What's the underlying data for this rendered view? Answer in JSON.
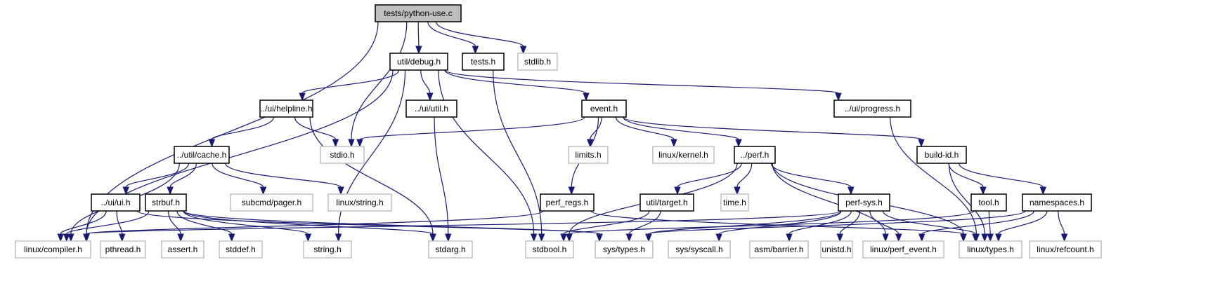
{
  "graph": {
    "title": "tests/python-use.c",
    "colors": {
      "edge": "#191970",
      "root_fill": "#bfbfbf",
      "internal_border": "#000000",
      "external_border": "#bfbfbf"
    },
    "nodes": [
      {
        "id": "python_use",
        "label": "tests/python-use.c",
        "kind": "root"
      },
      {
        "id": "debug",
        "label": "util/debug.h",
        "kind": "internal"
      },
      {
        "id": "tests",
        "label": "tests.h",
        "kind": "internal"
      },
      {
        "id": "stdlib",
        "label": "stdlib.h",
        "kind": "external"
      },
      {
        "id": "helpline",
        "label": "../ui/helpline.h",
        "kind": "internal"
      },
      {
        "id": "uiutil",
        "label": "../ui/util.h",
        "kind": "internal"
      },
      {
        "id": "event",
        "label": "event.h",
        "kind": "internal"
      },
      {
        "id": "progress",
        "label": "../ui/progress.h",
        "kind": "internal"
      },
      {
        "id": "cache",
        "label": "../util/cache.h",
        "kind": "internal"
      },
      {
        "id": "stdio",
        "label": "stdio.h",
        "kind": "external"
      },
      {
        "id": "limits",
        "label": "limits.h",
        "kind": "external"
      },
      {
        "id": "kernel",
        "label": "linux/kernel.h",
        "kind": "external"
      },
      {
        "id": "perf",
        "label": "../perf.h",
        "kind": "internal"
      },
      {
        "id": "buildid",
        "label": "build-id.h",
        "kind": "internal"
      },
      {
        "id": "uiui",
        "label": "../ui/ui.h",
        "kind": "internal"
      },
      {
        "id": "strbuf",
        "label": "strbuf.h",
        "kind": "internal"
      },
      {
        "id": "pager",
        "label": "subcmd/pager.h",
        "kind": "external"
      },
      {
        "id": "lstring",
        "label": "linux/string.h",
        "kind": "external"
      },
      {
        "id": "perfregs",
        "label": "perf_regs.h",
        "kind": "internal"
      },
      {
        "id": "target",
        "label": "util/target.h",
        "kind": "internal"
      },
      {
        "id": "time",
        "label": "time.h",
        "kind": "external"
      },
      {
        "id": "perfsys",
        "label": "perf-sys.h",
        "kind": "internal"
      },
      {
        "id": "tool",
        "label": "tool.h",
        "kind": "internal"
      },
      {
        "id": "namespaces",
        "label": "namespaces.h",
        "kind": "internal"
      },
      {
        "id": "compiler",
        "label": "linux/compiler.h",
        "kind": "external"
      },
      {
        "id": "pthread",
        "label": "pthread.h",
        "kind": "external"
      },
      {
        "id": "assert",
        "label": "assert.h",
        "kind": "external"
      },
      {
        "id": "stddef",
        "label": "stddef.h",
        "kind": "external"
      },
      {
        "id": "string",
        "label": "string.h",
        "kind": "external"
      },
      {
        "id": "stdarg",
        "label": "stdarg.h",
        "kind": "external"
      },
      {
        "id": "stdbool",
        "label": "stdbool.h",
        "kind": "external"
      },
      {
        "id": "systypes",
        "label": "sys/types.h",
        "kind": "external"
      },
      {
        "id": "syscall",
        "label": "sys/syscall.h",
        "kind": "external"
      },
      {
        "id": "barrier",
        "label": "asm/barrier.h",
        "kind": "external"
      },
      {
        "id": "unistd",
        "label": "unistd.h",
        "kind": "external"
      },
      {
        "id": "perfevent",
        "label": "linux/perf_event.h",
        "kind": "external"
      },
      {
        "id": "ltypes",
        "label": "linux/types.h",
        "kind": "external"
      },
      {
        "id": "refcount",
        "label": "linux/refcount.h",
        "kind": "external"
      }
    ],
    "edges": [
      [
        "python_use",
        "compiler"
      ],
      [
        "python_use",
        "debug"
      ],
      [
        "python_use",
        "tests"
      ],
      [
        "python_use",
        "stdlib"
      ],
      [
        "python_use",
        "stdio"
      ],
      [
        "debug",
        "compiler"
      ],
      [
        "debug",
        "helpline"
      ],
      [
        "debug",
        "uiutil"
      ],
      [
        "debug",
        "event"
      ],
      [
        "debug",
        "progress"
      ],
      [
        "debug",
        "string"
      ],
      [
        "debug",
        "stdbool"
      ],
      [
        "tests",
        "stdbool"
      ],
      [
        "helpline",
        "cache"
      ],
      [
        "helpline",
        "stdio"
      ],
      [
        "helpline",
        "stdarg"
      ],
      [
        "uiutil",
        "stdarg"
      ],
      [
        "event",
        "stdio"
      ],
      [
        "event",
        "limits"
      ],
      [
        "event",
        "kernel"
      ],
      [
        "event",
        "perf"
      ],
      [
        "event",
        "buildid"
      ],
      [
        "event",
        "perfregs"
      ],
      [
        "progress",
        "ltypes"
      ],
      [
        "cache",
        "compiler"
      ],
      [
        "cache",
        "uiui"
      ],
      [
        "cache",
        "strbuf"
      ],
      [
        "cache",
        "pager"
      ],
      [
        "cache",
        "lstring"
      ],
      [
        "perf",
        "stdbool"
      ],
      [
        "perf",
        "target"
      ],
      [
        "perf",
        "time"
      ],
      [
        "perf",
        "perfsys"
      ],
      [
        "perf",
        "perfevent"
      ],
      [
        "perf",
        "ltypes"
      ],
      [
        "buildid",
        "tool"
      ],
      [
        "buildid",
        "namespaces"
      ],
      [
        "buildid",
        "ltypes"
      ],
      [
        "uiui",
        "compiler"
      ],
      [
        "uiui",
        "pthread"
      ],
      [
        "uiui",
        "systypes"
      ],
      [
        "strbuf",
        "compiler"
      ],
      [
        "strbuf",
        "assert"
      ],
      [
        "strbuf",
        "stddef"
      ],
      [
        "strbuf",
        "string"
      ],
      [
        "strbuf",
        "stdarg"
      ],
      [
        "strbuf",
        "systypes"
      ],
      [
        "perfregs",
        "compiler"
      ],
      [
        "perfregs",
        "ltypes"
      ],
      [
        "target",
        "stdbool"
      ],
      [
        "target",
        "systypes"
      ],
      [
        "perfsys",
        "compiler"
      ],
      [
        "perfsys",
        "systypes"
      ],
      [
        "perfsys",
        "syscall"
      ],
      [
        "perfsys",
        "barrier"
      ],
      [
        "perfsys",
        "unistd"
      ],
      [
        "perfsys",
        "perfevent"
      ],
      [
        "perfsys",
        "ltypes"
      ],
      [
        "tool",
        "stdbool"
      ],
      [
        "tool",
        "ltypes"
      ],
      [
        "namespaces",
        "systypes"
      ],
      [
        "namespaces",
        "perfevent"
      ],
      [
        "namespaces",
        "ltypes"
      ],
      [
        "namespaces",
        "refcount"
      ]
    ]
  }
}
